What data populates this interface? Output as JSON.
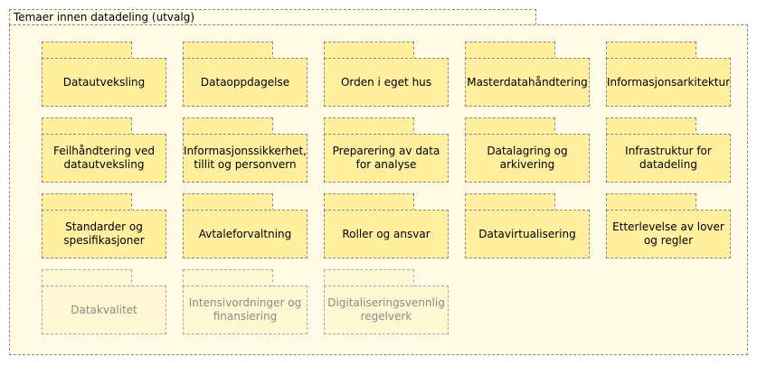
{
  "diagram": {
    "title": "Temaer innen datadeling (utvalg)",
    "items": [
      {
        "label": "Datautveksling",
        "faded": false
      },
      {
        "label": "Dataoppdagelse",
        "faded": false
      },
      {
        "label": "Orden i eget hus",
        "faded": false
      },
      {
        "label": "Masterdatahåndtering",
        "faded": false
      },
      {
        "label": "Informasjonsarkitektur",
        "faded": false
      },
      {
        "label": "Feilhåndtering ved datautveksling",
        "faded": false
      },
      {
        "label": "Informasjonssikkerhet, tillit og personvern",
        "faded": false
      },
      {
        "label": "Preparering av data for analyse",
        "faded": false
      },
      {
        "label": "Datalagring og arkivering",
        "faded": false
      },
      {
        "label": "Infrastruktur for datadeling",
        "faded": false
      },
      {
        "label": "Standarder og spesifikasjoner",
        "faded": false
      },
      {
        "label": "Avtaleforvaltning",
        "faded": false
      },
      {
        "label": "Roller og ansvar",
        "faded": false
      },
      {
        "label": "Datavirtualisering",
        "faded": false
      },
      {
        "label": "Etterlevelse av lover og regler",
        "faded": false
      },
      {
        "label": "Datakvalitet",
        "faded": true
      },
      {
        "label": "Intensivordninger og finansiering",
        "faded": true
      },
      {
        "label": "Digitaliseringsvennlig regelverk",
        "faded": true
      }
    ]
  },
  "colors": {
    "outer_fill": "#fffbe6",
    "package_fill": "#ffef9f",
    "faded_package_fill": "#fff8d2",
    "faded_text": "#8a8a8a",
    "border": "#888888"
  }
}
